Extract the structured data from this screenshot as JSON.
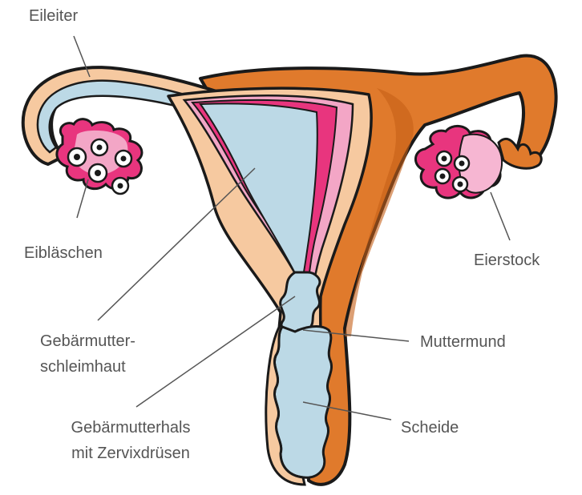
{
  "labels": {
    "eileiter": "Eileiter",
    "eiblaeschen": "Eibläschen",
    "eierstock": "Eierstock",
    "schleimhaut_line1": "Gebärmutter-",
    "schleimhaut_line2": "schleimhaut",
    "muttermund": "Muttermund",
    "hals_line1": "Gebärmutterhals",
    "hals_line2": "mit Zervixdrüsen",
    "scheide": "Scheide"
  },
  "colors": {
    "outer_orange": "#e07a2c",
    "light_skin": "#f6c9a0",
    "pink": "#e8357e",
    "light_pink": "#f3a6c6",
    "blue": "#bcd9e6",
    "outline": "#1a1a1a",
    "label_text": "#555555",
    "leader_line": "#555555"
  }
}
